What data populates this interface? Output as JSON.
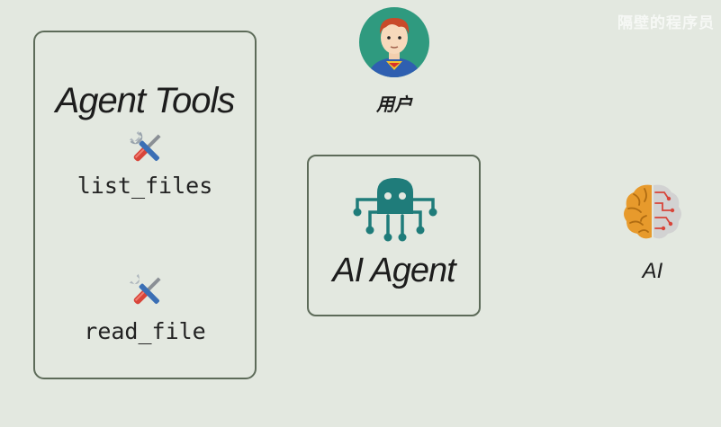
{
  "watermark": "隔壁的程序员",
  "tools_panel": {
    "title": "Agent Tools",
    "tools": [
      {
        "icon": "wrench-screwdriver-icon",
        "label": "list_files"
      },
      {
        "icon": "wrench-screwdriver-icon",
        "label": "read_file"
      }
    ]
  },
  "user": {
    "icon": "superhero-avatar-icon",
    "label": "用户"
  },
  "agent": {
    "icon": "octopus-robot-icon",
    "label": "AI Agent"
  },
  "ai": {
    "icon": "brain-circuit-icon",
    "label": "AI"
  },
  "colors": {
    "background": "#e3e8e0",
    "border": "#5d6b59",
    "agent_teal": "#1f7c7a",
    "avatar_bg": "#2f9a7f",
    "brain_orange": "#e79a2c",
    "brain_gray": "#cfcfcf"
  }
}
